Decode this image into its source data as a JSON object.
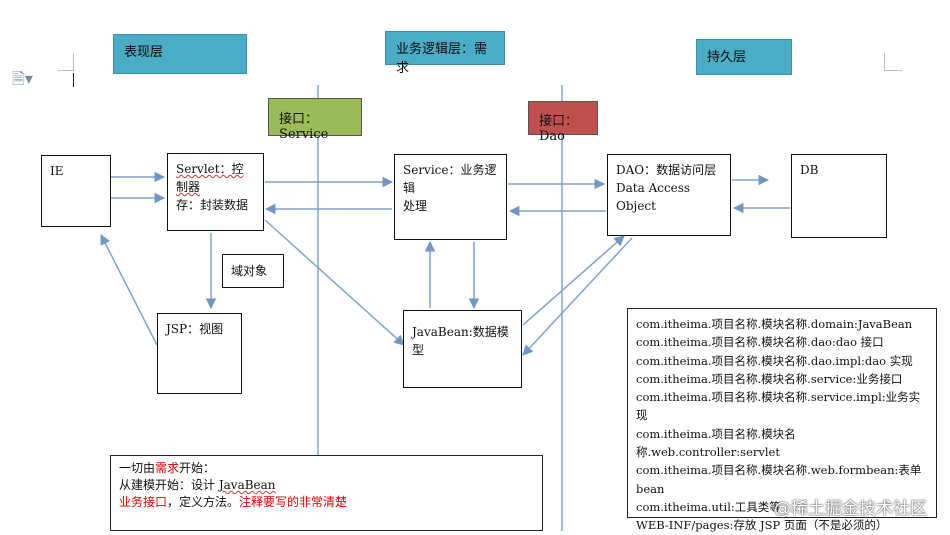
{
  "layers": {
    "presentation": "表现层",
    "business": "业务逻辑层：需求",
    "persistence": "持久层"
  },
  "interfaces": {
    "service": "接口：Service",
    "dao": "接口：Dao"
  },
  "boxes": {
    "ie": "IE",
    "servlet_line1": "Servlet：控制器",
    "servlet_line2": "存：封装数据",
    "domain_object": "域对象",
    "jsp": "JSP：视图",
    "service_line1": "Service：业务逻辑",
    "service_line2": "处理",
    "javabean": "JavaBean:数据模型",
    "dao_line1": "DAO：数据访问层",
    "dao_line2": "Data Access Object",
    "db": "DB"
  },
  "packages": [
    "com.itheima.项目名称.模块名称.domain:JavaBean",
    "com.itheima.项目名称.模块名称.dao:dao 接口",
    "com.itheima.项目名称.模块名称.dao.impl:dao 实现",
    "com.itheima.项目名称.模块名称.service:业务接口",
    "com.itheima.项目名称.模块名称.service.impl:业务实现",
    "com.itheima.项目名称.模块名称.web.controller:servlet",
    "com.itheima.项目名称.模块名称.web.formbean:表单 bean",
    "com.itheima.util:工具类等",
    "WEB-INF/pages:存放 JSP 页面（不是必须的）"
  ],
  "notes": {
    "line1_prefix": "一切由",
    "line1_red": "需求",
    "line1_suffix": "开始：",
    "line2_prefix": "从建模开始：设计 ",
    "line2_underlined": "JavaBean",
    "line3_red1": "业务接口",
    "line3_mid": "，定义方法。",
    "line3_red2": "注释要写的非常清楚"
  },
  "watermark": "@稀土掘金技术社区",
  "colors": {
    "layer_bg": "#4bacc6",
    "service_iface_bg": "#9bbb59",
    "dao_iface_bg": "#c0504d",
    "arrow": "#7fa3cc",
    "emphasis": "#e00000"
  }
}
